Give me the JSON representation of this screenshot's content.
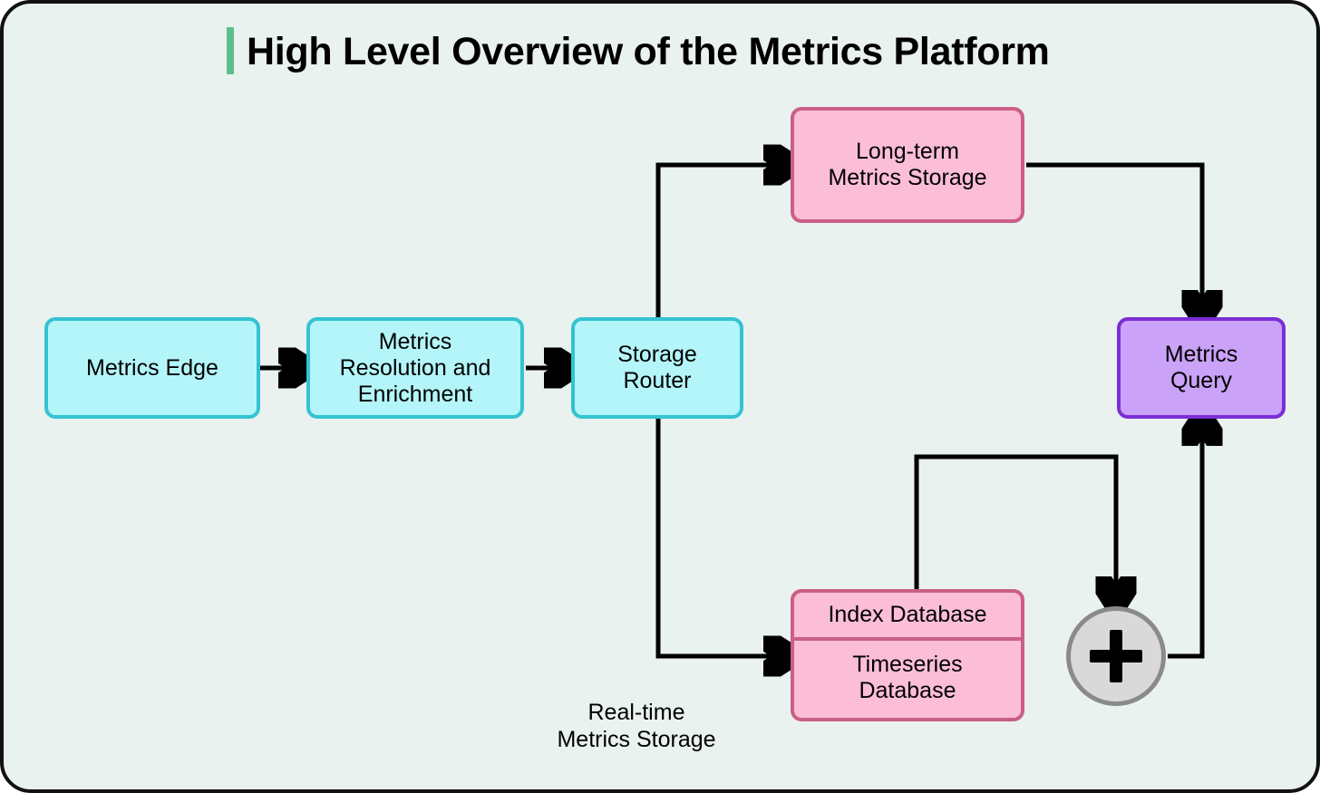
{
  "page": {
    "title": "High Level Overview of the Metrics Platform",
    "background_color": "#e9f2ee",
    "border_color": "#111111",
    "title_accent_color": "#5bbf8a"
  },
  "colors": {
    "cyan_fill": "#b4f5f9",
    "cyan_border": "#34c3d2",
    "pink_fill": "#fbbed6",
    "pink_border": "#ca5f87",
    "purple_fill": "#caa2f7",
    "purple_border": "#7b2ed6",
    "gray_fill": "#d9d9d9",
    "gray_border": "#8a8a8a",
    "edge_color": "#000000"
  },
  "nodes": {
    "metrics_edge": {
      "label": "Metrics Edge",
      "type": "process",
      "color": "cyan"
    },
    "metrics_resolution": {
      "label": "Metrics\nResolution and\nEnrichment",
      "type": "process",
      "color": "cyan"
    },
    "storage_router": {
      "label": "Storage\nRouter",
      "type": "process",
      "color": "cyan"
    },
    "long_term_storage": {
      "label": "Long-term\nMetrics Storage",
      "type": "datastore",
      "color": "pink"
    },
    "index_database": {
      "label": "Index Database",
      "type": "datastore",
      "color": "pink"
    },
    "timeseries_database": {
      "label": "Timeseries\nDatabase",
      "type": "datastore",
      "color": "pink"
    },
    "merge_node": {
      "label": "+",
      "type": "operator",
      "color": "gray"
    },
    "metrics_query": {
      "label": "Metrics\nQuery",
      "type": "service",
      "color": "purple"
    }
  },
  "edge_labels": {
    "realtime_storage": "Real-time\nMetrics Storage"
  },
  "flows": [
    {
      "from": "metrics_edge",
      "to": "metrics_resolution",
      "style": "arrow"
    },
    {
      "from": "metrics_resolution",
      "to": "storage_router",
      "style": "arrow"
    },
    {
      "from": "storage_router",
      "to": "long_term_storage",
      "style": "arrow"
    },
    {
      "from": "storage_router",
      "to": "index_database",
      "style": "arrow",
      "label": "Real-time\nMetrics Storage"
    },
    {
      "from": "long_term_storage",
      "to": "metrics_query",
      "style": "arrow"
    },
    {
      "from": "index_database",
      "to": "merge_node",
      "style": "arrow"
    },
    {
      "from": "merge_node",
      "to": "metrics_query",
      "style": "arrow"
    }
  ]
}
